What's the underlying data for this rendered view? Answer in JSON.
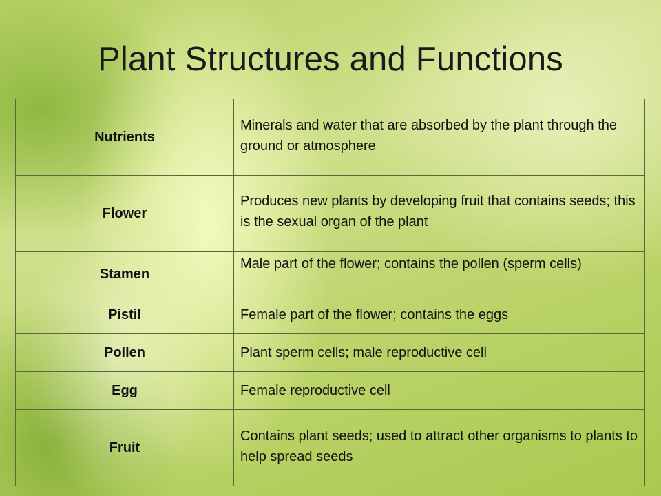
{
  "title": "Plant Structures and Functions",
  "rows": [
    {
      "term": "Nutrients",
      "definition": "Minerals and water that are absorbed by the plant through the ground or atmosphere"
    },
    {
      "term": "Flower",
      "definition": "Produces new plants by developing fruit that contains seeds; this is the sexual organ of the plant"
    },
    {
      "term": "Stamen",
      "definition": "Male part of the flower; contains the pollen (sperm cells)"
    },
    {
      "term": "Pistil",
      "definition": "Female part of the flower; contains the eggs"
    },
    {
      "term": "Pollen",
      "definition": "Plant sperm cells; male reproductive cell"
    },
    {
      "term": "Egg",
      "definition": "Female reproductive cell"
    },
    {
      "term": "Fruit",
      "definition": "Contains plant seeds; used to attract other organisms to plants to help spread seeds"
    }
  ]
}
